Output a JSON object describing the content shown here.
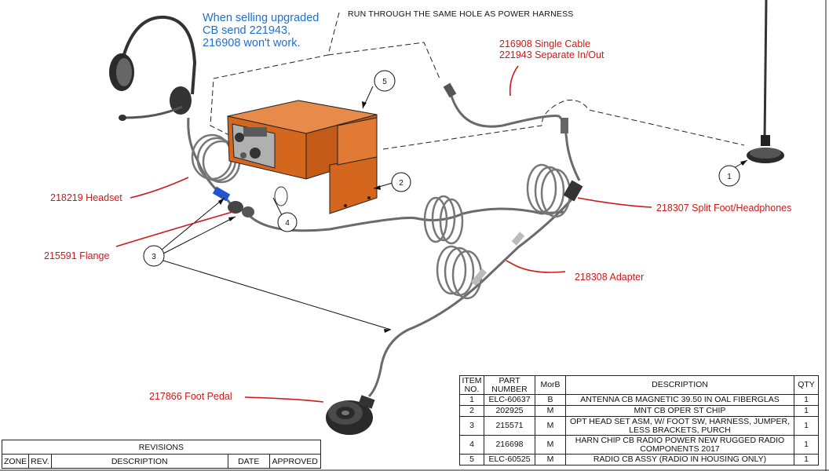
{
  "note_blue": {
    "line1": "When selling upgraded",
    "line2": "CB send 221943,",
    "line3": "216908 won't work."
  },
  "run_note": "RUN THROUGH THE SAME HOLE AS POWER HARNESS",
  "callouts": {
    "cable_line1": "216908 Single Cable",
    "cable_line2": "221943 Separate In/Out",
    "headset": "218219 Headset",
    "flange": "215591 Flange",
    "split": "218307 Split Foot/Headphones",
    "adapter": "218308 Adapter",
    "pedal": "217866 Foot Pedal"
  },
  "balloons": {
    "b1": "1",
    "b2": "2",
    "b3": "3",
    "b4": "4",
    "b5": "5"
  },
  "bom": {
    "headers": {
      "item": "ITEM NO.",
      "part": "PART NUMBER",
      "morb": "MorB",
      "desc": "DESCRIPTION",
      "qty": "QTY"
    },
    "rows": [
      {
        "item": "1",
        "part": "ELC-60637",
        "morb": "B",
        "desc": "ANTENNA CB MAGNETIC 39.50 IN OAL FIBERGLAS",
        "qty": "1"
      },
      {
        "item": "2",
        "part": "202925",
        "morb": "M",
        "desc": "MNT CB OPER ST CHIP",
        "qty": "1"
      },
      {
        "item": "3",
        "part": "215571",
        "morb": "M",
        "desc": "OPT HEAD SET  ASM, W/ FOOT SW, HARNESS, JUMPER, LESS BRACKETS, PURCH",
        "qty": "1"
      },
      {
        "item": "4",
        "part": "216698",
        "morb": "M",
        "desc": "HARN CHIP CB RADIO POWER NEW RUGGED RADIO COMPONENTS 2017",
        "qty": "1"
      },
      {
        "item": "5",
        "part": "ELC-60525",
        "morb": "M",
        "desc": "RADIO CB ASSY (RADIO IN HOUSING ONLY)",
        "qty": "1"
      }
    ]
  },
  "revisions": {
    "title": "REVISIONS",
    "zone": "ZONE",
    "rev": "REV.",
    "desc": "DESCRIPTION",
    "date": "DATE",
    "approved": "APPROVED"
  },
  "colors": {
    "radio_body": "#d4661d",
    "callout_text": "#d01818",
    "note_text": "#1f6fd0"
  }
}
